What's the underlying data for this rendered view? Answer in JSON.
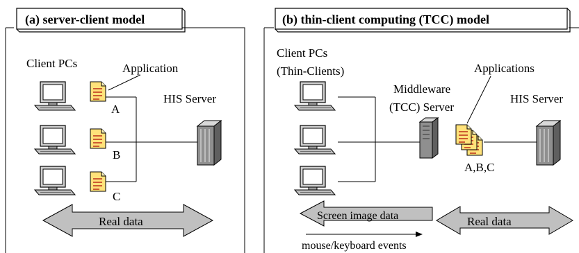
{
  "panels": [
    {
      "title": "(a) server-client model",
      "client_label": "Client PCs",
      "app_label": "Application",
      "server_label": "HIS Server",
      "doc_letters": [
        "A",
        "B",
        "C"
      ],
      "arrow_label": "Real data"
    },
    {
      "title": "(b) thin-client computing (TCC) model",
      "client_label_line1": "Client PCs",
      "client_label_line2": "(Thin-Clients)",
      "apps_label": "Applications",
      "middleware_line1": "Middleware",
      "middleware_line2": "(TCC) Server",
      "server_label": "HIS Server",
      "apps_letters": "A,B,C",
      "screen_arrow_label": "Screen image data",
      "real_arrow_label": "Real data",
      "events_label": "mouse/keyboard events"
    }
  ],
  "colors": {
    "arrow_fill": "#c0c0c0",
    "doc_fill": "#ffe27a",
    "doc_line": "#c03a20",
    "server_gray": "#9a9a9a"
  }
}
